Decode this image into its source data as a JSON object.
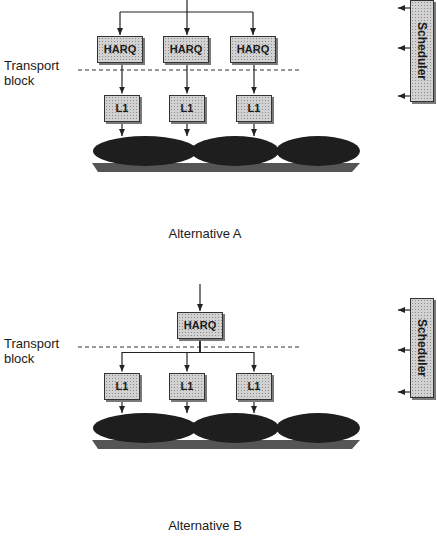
{
  "diagram": {
    "nodes": [
      {
        "text": [
          "HARQ"
        ]
      },
      {
        "text": [
          "HARQ"
        ]
      },
      {
        "text": [
          "HARQ"
        ]
      },
      {
        "text": [
          "Scheduler"
        ]
      },
      {
        "text": [
          "L1"
        ]
      },
      {
        "text": [
          "L1"
        ]
      },
      {
        "text": [
          "L1"
        ]
      },
      {
        "text": [
          "HARQ"
        ]
      },
      {
        "text": [
          "Scheduler"
        ]
      },
      {
        "text": [
          "L1"
        ]
      },
      {
        "text": [
          "L1"
        ]
      },
      {
        "text": [
          "L1"
        ]
      }
    ],
    "edges": [
      {
        "from": 0,
        "to": 4,
        "arrow": "to"
      },
      {
        "from": 1,
        "to": 5,
        "arrow": "to"
      },
      {
        "from": 2,
        "to": 6,
        "arrow": "to"
      },
      {
        "from": 7,
        "to": 9,
        "arrow": "to"
      },
      {
        "from": 7,
        "to": 10,
        "arrow": "to"
      },
      {
        "from": 7,
        "to": 11,
        "arrow": "to"
      }
    ],
    "labels": [
      "Transport block",
      "Transport block",
      "Alternative A",
      "Alternative B"
    ]
  }
}
